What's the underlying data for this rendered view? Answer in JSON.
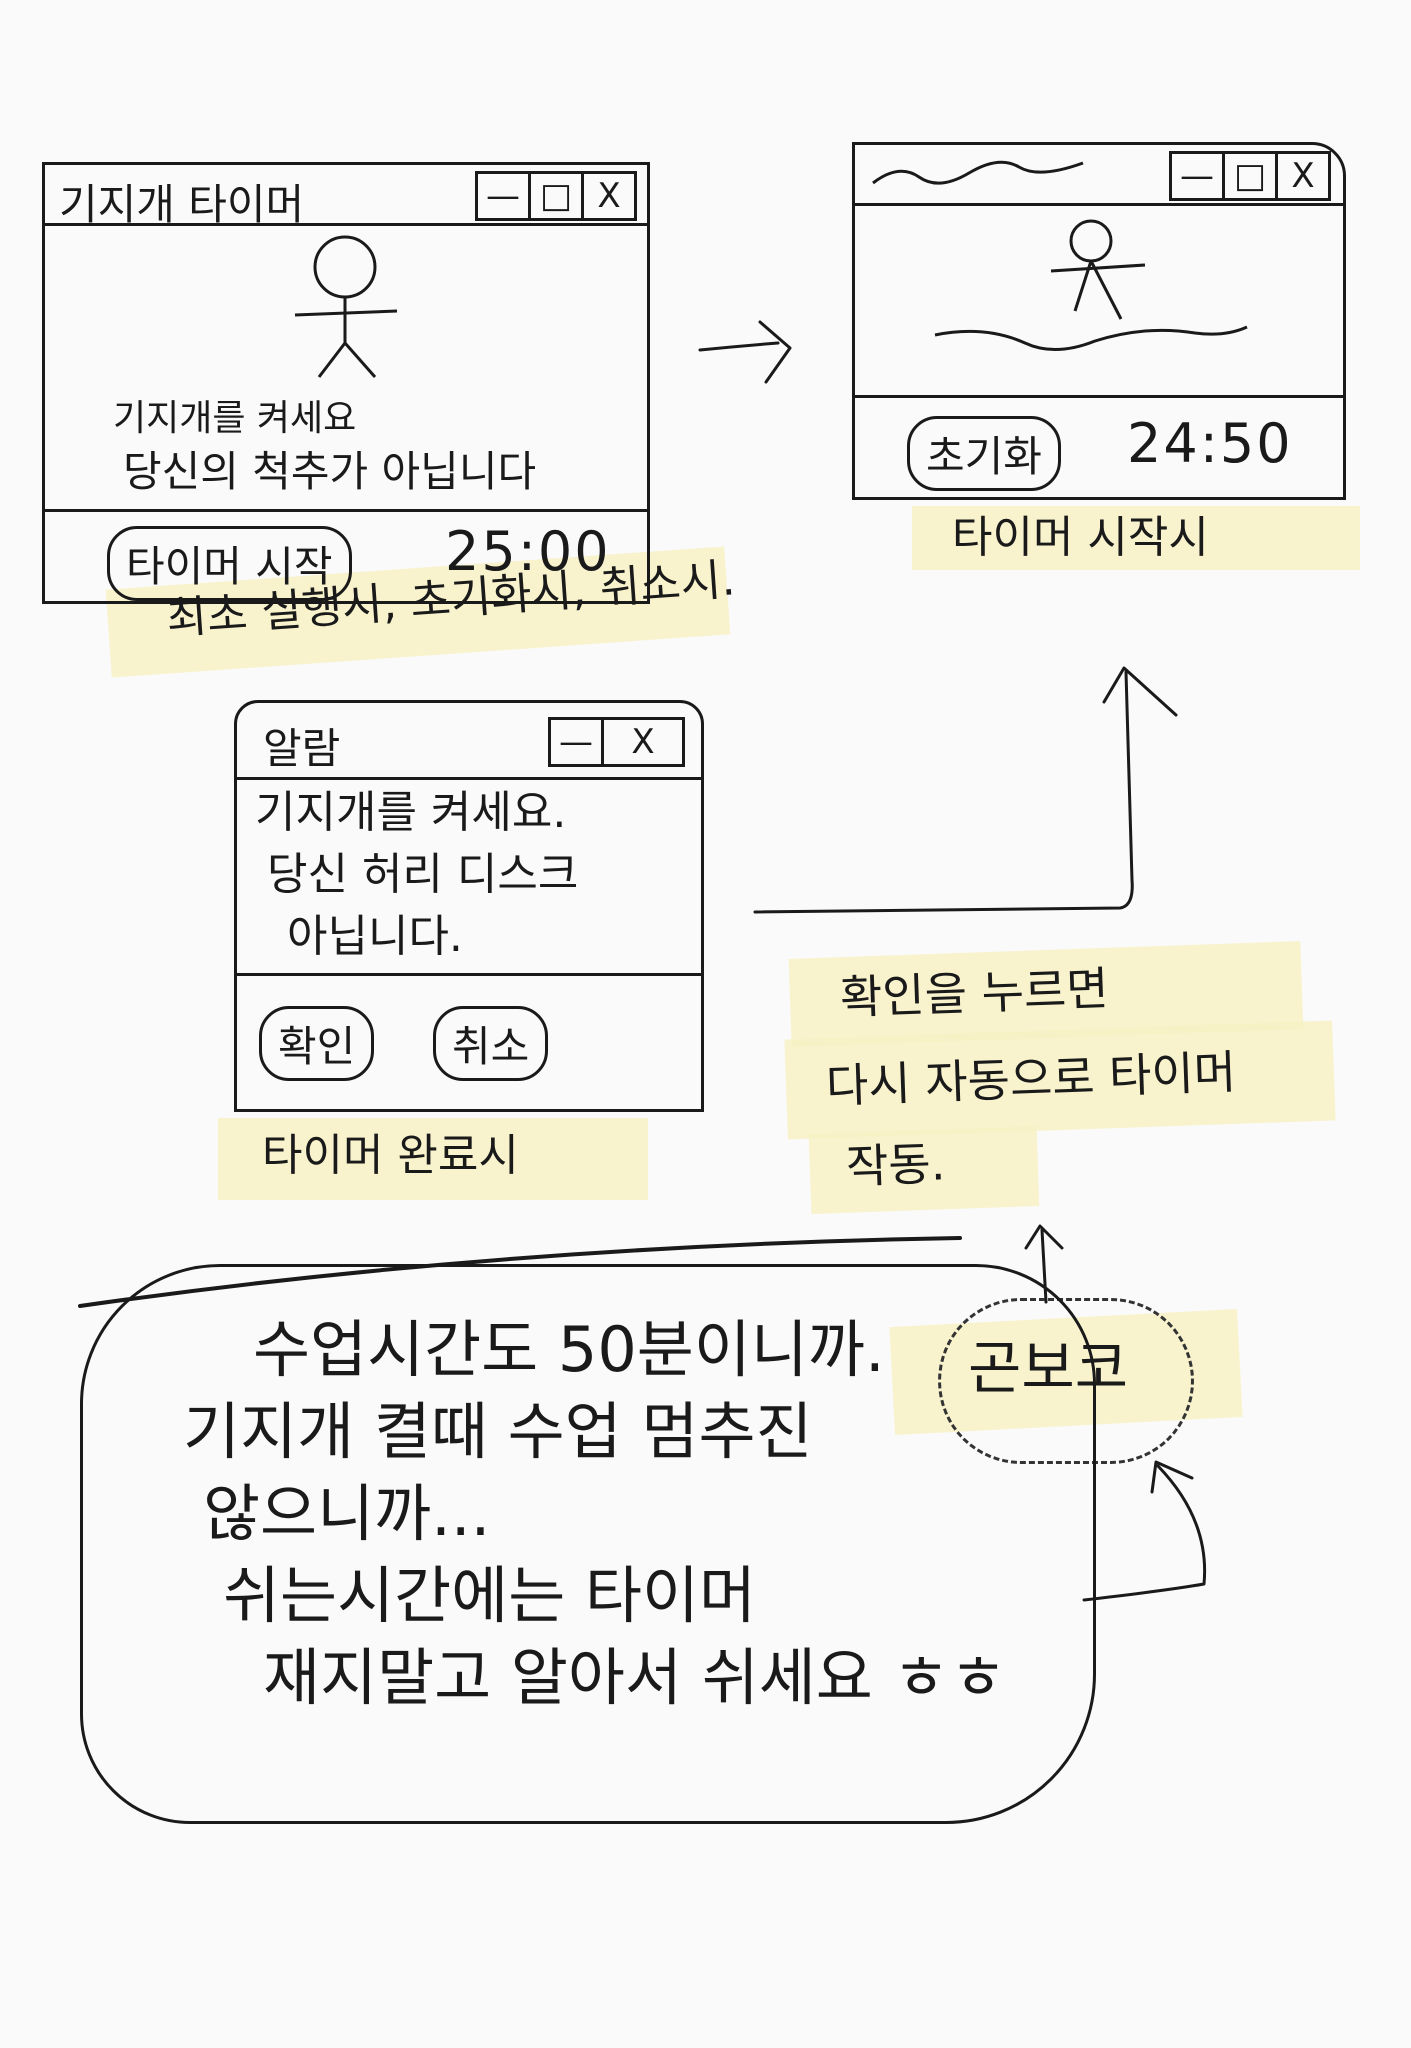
{
  "window_initial": {
    "title": "기지개 타이머",
    "controls": [
      "—",
      "□",
      "X"
    ],
    "message_line1": "기지개를 켜세요",
    "message_line2": "당신의 척추가 아닙니다",
    "start_button": "타이머 시작",
    "time": "25:00",
    "caption": "최초 실행시, 초기화시, 취소시."
  },
  "window_running": {
    "controls": [
      "—",
      "□",
      "X"
    ],
    "reset_button": "초기화",
    "time": "24:50",
    "caption": "타이머 시작시"
  },
  "alarm_dialog": {
    "title": "알람",
    "controls": [
      "—",
      "X"
    ],
    "message_line1": "기지개를 켜세요.",
    "message_line2": "당신 허리 디스크",
    "message_line3": "아닙니다.",
    "confirm_button": "확인",
    "cancel_button": "취소",
    "caption": "타이머 완료시"
  },
  "confirm_note": {
    "line1": "확인을 누르면",
    "line2": "다시 자동으로 타이머",
    "line3": "작동."
  },
  "bonus": {
    "label": "곤보코"
  },
  "big_note": {
    "line1": "수업시간도 50분이니까.",
    "line2": "기지개 켤때 수업 멈추진",
    "line3": "않으니까...",
    "line4": "쉬는시간에는 타이머",
    "line5": "재지말고 알아서 쉬세요 ㅎㅎ"
  }
}
